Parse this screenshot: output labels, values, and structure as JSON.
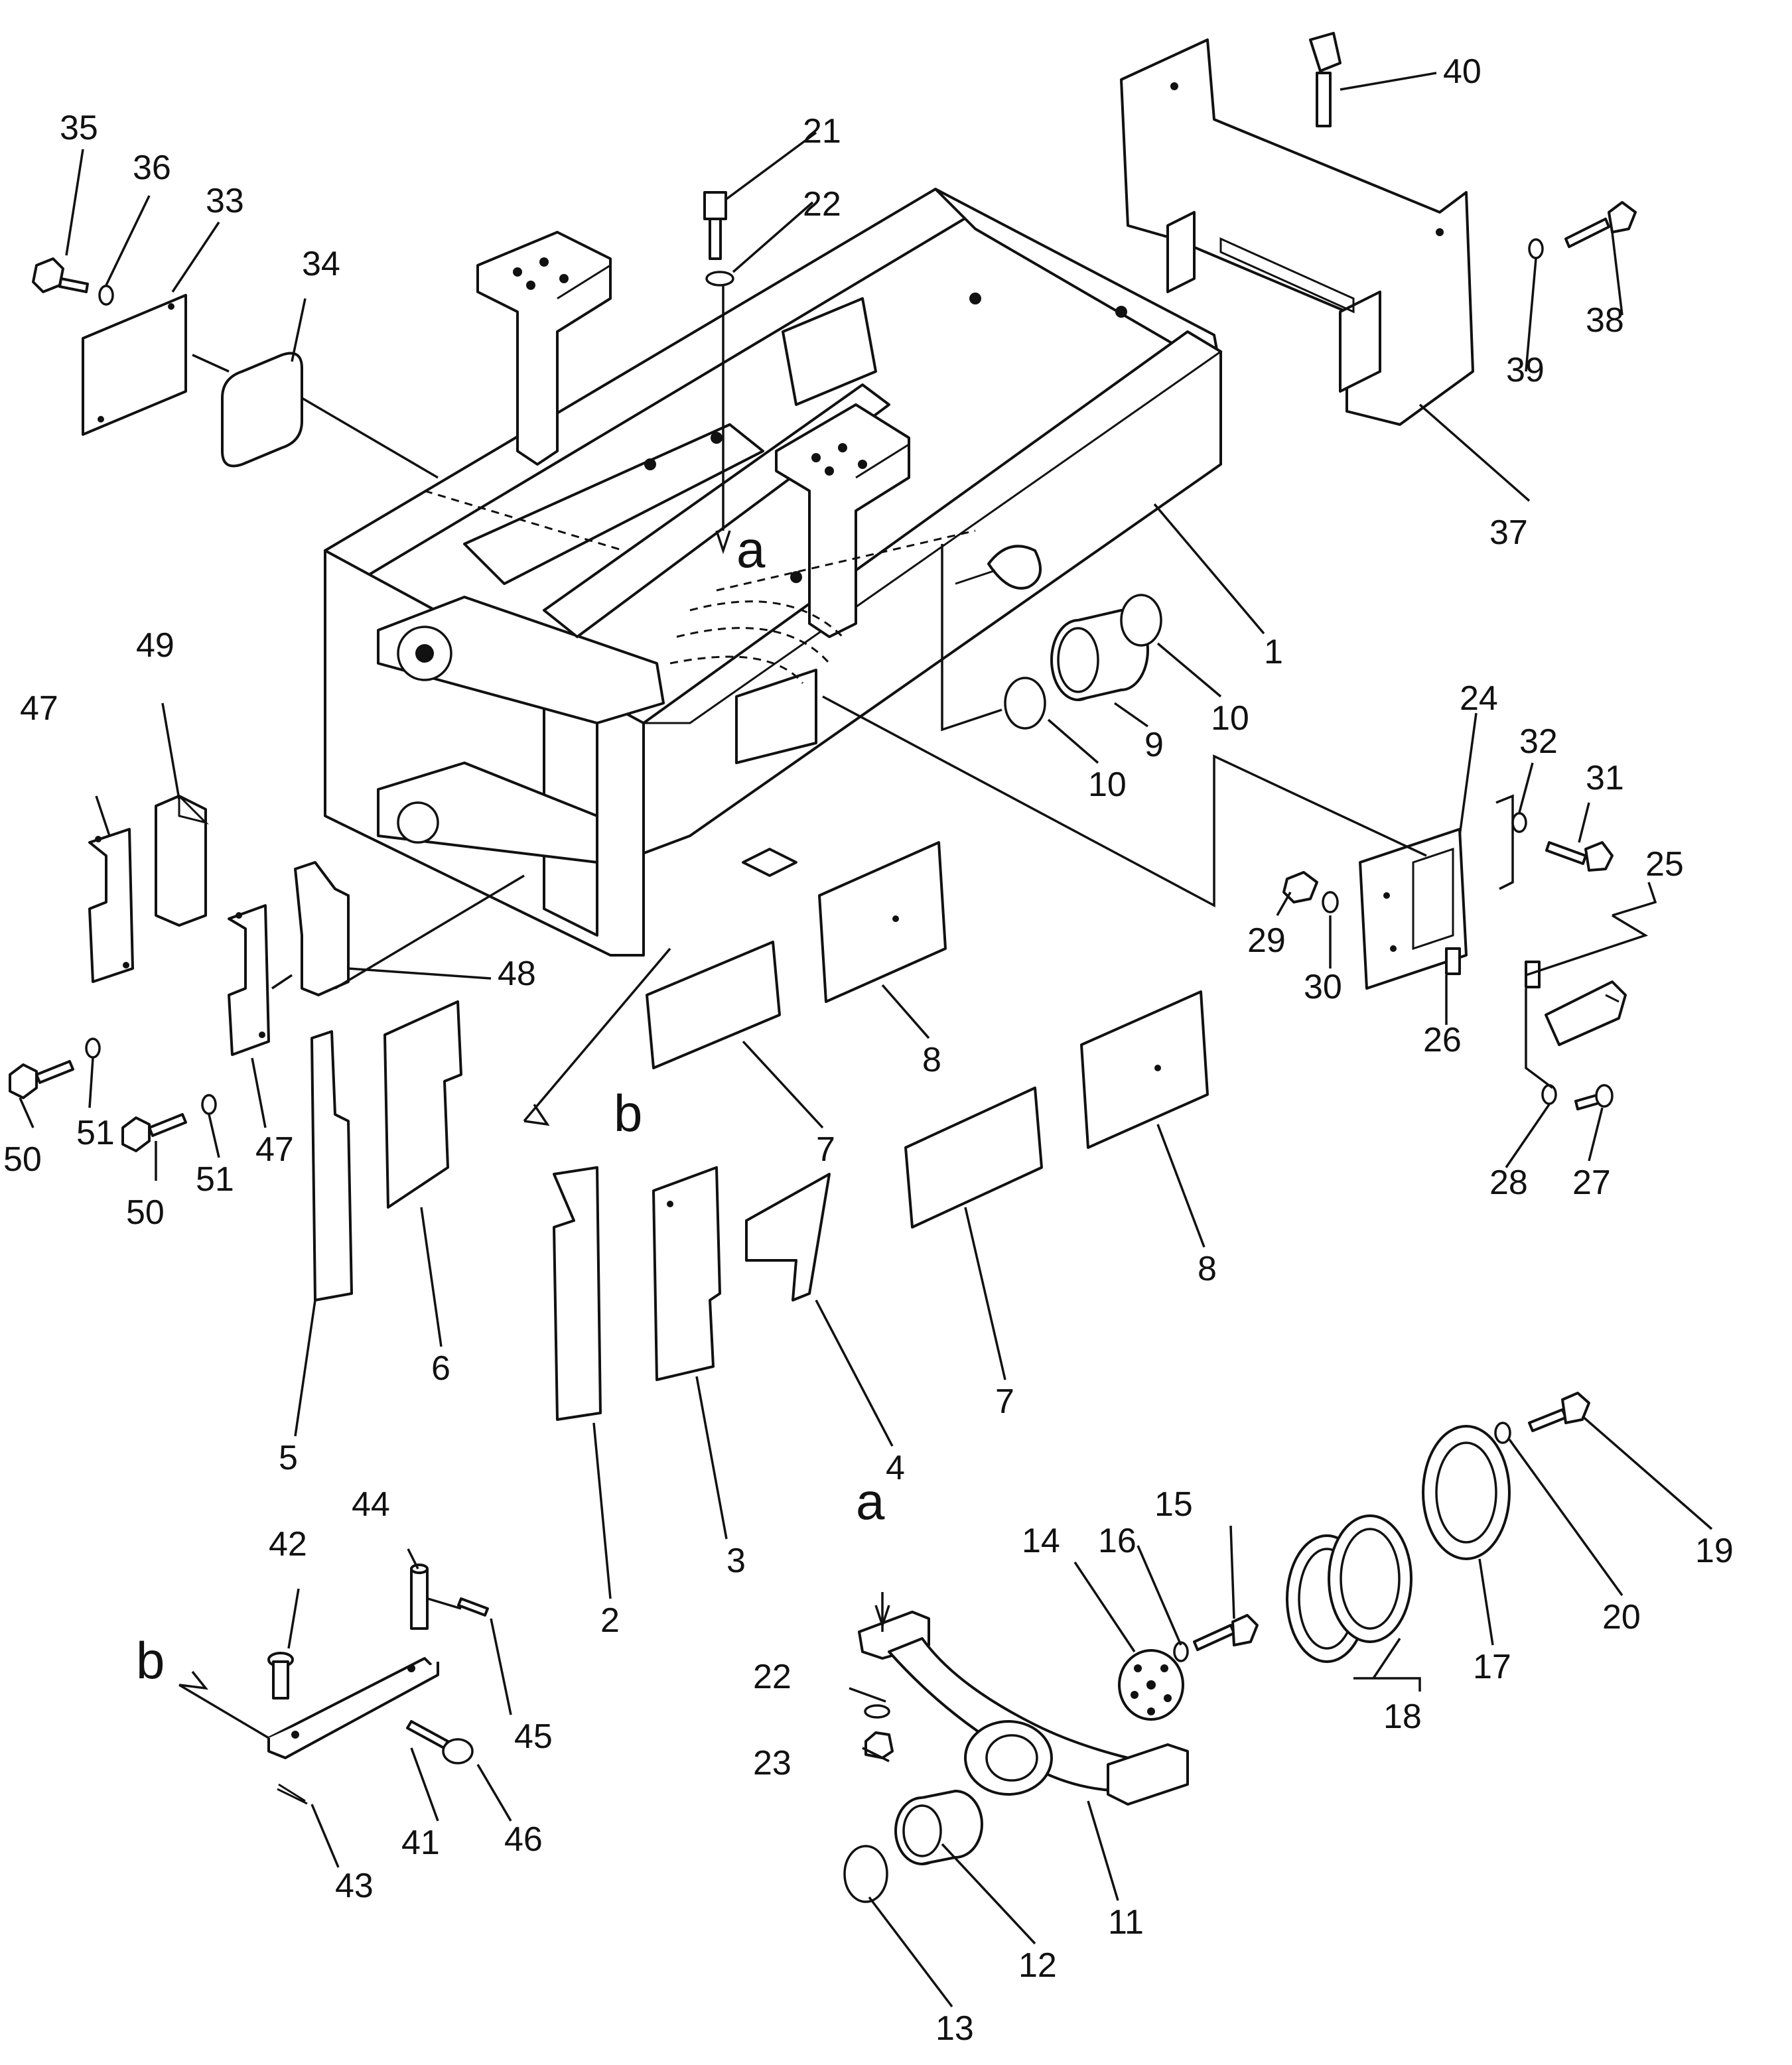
{
  "diagram": {
    "type": "exploded-parts-diagram",
    "ref_labels": {
      "a_top": "a",
      "a_bottom": "a",
      "b_left": "b",
      "b_bottom": "b"
    },
    "callouts": {
      "p1": "1",
      "p2": "2",
      "p3": "3",
      "p4": "4",
      "p5": "5",
      "p6": "6",
      "p7a": "7",
      "p7b": "7",
      "p8a": "8",
      "p8b": "8",
      "p9": "9",
      "p10a": "10",
      "p10b": "10",
      "p11": "11",
      "p12": "12",
      "p13": "13",
      "p14": "14",
      "p15": "15",
      "p16": "16",
      "p17": "17",
      "p18": "18",
      "p19": "19",
      "p20": "20",
      "p21": "21",
      "p22a": "22",
      "p22b": "22",
      "p23": "23",
      "p24": "24",
      "p25": "25",
      "p26": "26",
      "p27": "27",
      "p28": "28",
      "p29": "29",
      "p30": "30",
      "p31": "31",
      "p32": "32",
      "p33": "33",
      "p34": "34",
      "p35": "35",
      "p36": "36",
      "p37": "37",
      "p38": "38",
      "p39": "39",
      "p40": "40",
      "p41": "41",
      "p42": "42",
      "p43": "43",
      "p44": "44",
      "p45": "45",
      "p46": "46",
      "p47a": "47",
      "p47b": "47",
      "p48": "48",
      "p49": "49",
      "p50a": "50",
      "p50b": "50",
      "p51a": "51",
      "p51b": "51"
    }
  }
}
